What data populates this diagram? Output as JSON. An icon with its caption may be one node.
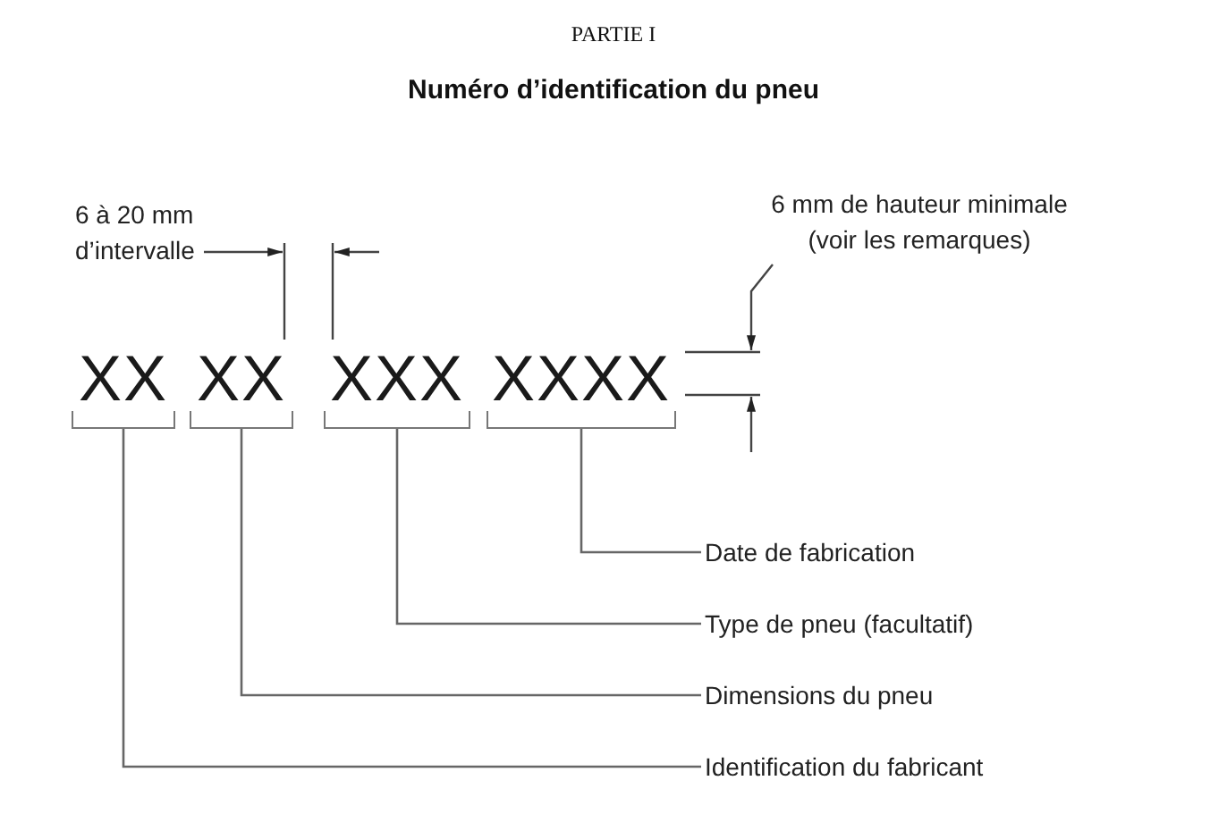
{
  "diagram": {
    "title": "Numéro d’identification du pneu",
    "nodes": [
      {
        "text": [
          "XX"
        ]
      },
      {
        "text": [
          "XX"
        ]
      },
      {
        "text": [
          "XXX"
        ]
      },
      {
        "text": [
          "XXXX"
        ]
      },
      {
        "text": [
          "Date de fabrication"
        ]
      },
      {
        "text": [
          "Type de pneu (facultatif)"
        ]
      },
      {
        "text": [
          "Dimensions du pneu"
        ]
      },
      {
        "text": [
          "Identification du fabricant"
        ]
      }
    ],
    "edges": [
      {
        "from": 4,
        "to": 3,
        "arrow": "none"
      },
      {
        "from": 5,
        "to": 2,
        "arrow": "none"
      },
      {
        "from": 6,
        "to": 1,
        "arrow": "none"
      },
      {
        "from": 7,
        "to": 0,
        "arrow": "none"
      }
    ],
    "labels": [
      "PARTIE I",
      "6 à 20 mm d’intervalle",
      "6 mm de hauteur minimale (voir les remarques)"
    ]
  }
}
